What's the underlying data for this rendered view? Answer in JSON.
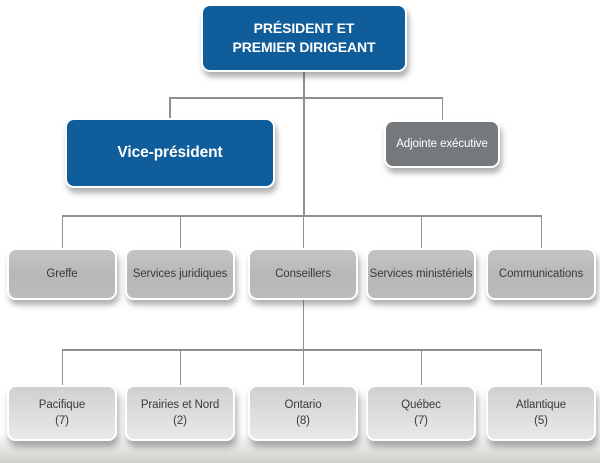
{
  "org": {
    "root": {
      "line1": "PRÉSIDENT ET",
      "line2": "PREMIER DIRIGEANT"
    },
    "level2": [
      {
        "label": "Vice-président"
      },
      {
        "label": "Adjointe exécutive"
      }
    ],
    "level3": [
      {
        "label": "Greffe"
      },
      {
        "label": "Services juridiques"
      },
      {
        "label": "Conseillers"
      },
      {
        "label": "Services ministériels"
      },
      {
        "label": "Communications"
      }
    ],
    "level4": [
      {
        "label": "Pacifique",
        "count": "(7)"
      },
      {
        "label": "Prairies et Nord",
        "count": "(2)"
      },
      {
        "label": "Ontario",
        "count": "(8)"
      },
      {
        "label": "Québec",
        "count": "(7)"
      },
      {
        "label": "Atlantique",
        "count": "(5)"
      }
    ],
    "colors": {
      "primary_blue": "#0f5d9b",
      "dark_gray": "#75797c",
      "medium_gray": "#b9babc",
      "light_gray": "#d9dadb",
      "connector_line": "#8f8f8f",
      "text_dark": "#3a3a3c",
      "text_light": "#ffffff"
    }
  }
}
